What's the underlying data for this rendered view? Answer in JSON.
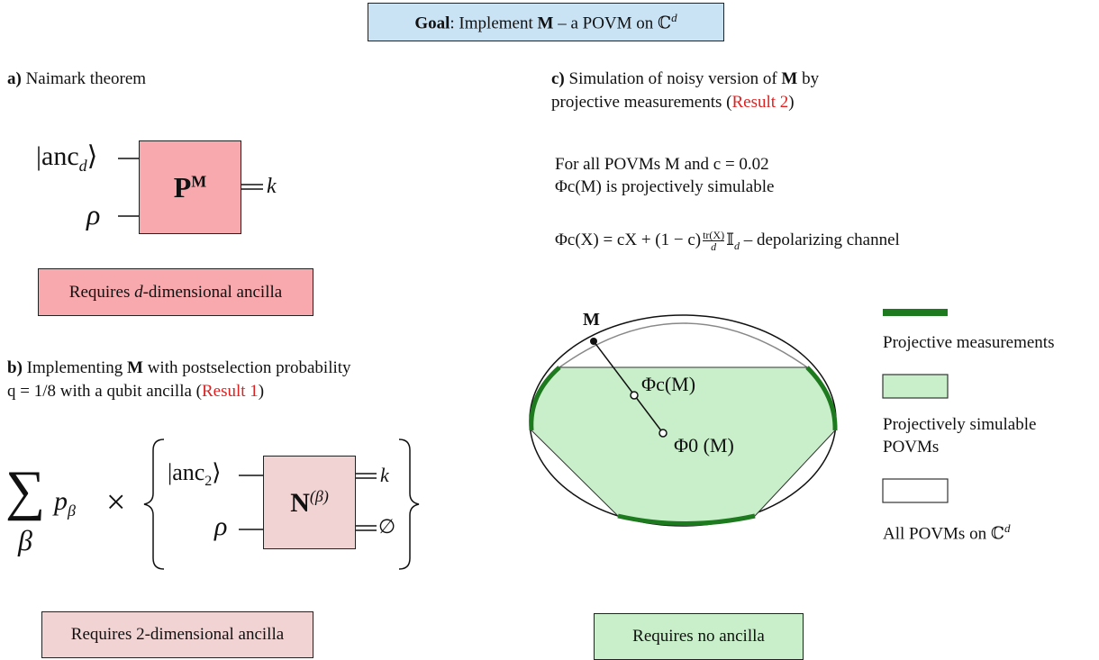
{
  "goal": {
    "prefix": "Goal",
    "rest": ": Implement ",
    "bold": "M",
    "tail": " – a POVM on ℂ",
    "sup": "d",
    "color": "#c9e3f5"
  },
  "a": {
    "label": "a)",
    "title": " Naimark theorem",
    "anc_in": "|anc",
    "anc_sub": "d",
    "anc_close": "⟩",
    "rho": "ρ",
    "box_main": "P",
    "box_sup": "M",
    "out": "k",
    "box_color": "#f8a9ad",
    "req_prefix": "Requires ",
    "req_var": "d",
    "req_suffix": "-dimensional ancilla"
  },
  "b": {
    "label": "b)",
    "line1_pre": " Implementing ",
    "line1_bold": "M",
    "line1_post": " with postselection probability",
    "line2_pre": "q = 1/8 with a qubit ancilla (",
    "line2_link": "Result 1",
    "line2_post": ")",
    "sum": "∑",
    "sum_sub": "β",
    "p": "p",
    "p_sub": "β",
    "times": "×",
    "anc_in": "|anc",
    "anc_sub": "2",
    "anc_close": "⟩",
    "rho": "ρ",
    "box_main": "N",
    "box_sup": "(β)",
    "out_k": "k",
    "out_empty": "∅",
    "box_color": "#f2d3d3",
    "req": "Requires 2-dimensional ancilla"
  },
  "c": {
    "label": "c)",
    "line1_pre": " Simulation of noisy version of ",
    "line1_bold": "M",
    "line1_post": " by",
    "line2_pre": "projective measurements (",
    "line2_link": "Result 2",
    "line2_post": ")",
    "stmt1": "For all POVMs M and c = 0.02",
    "stmt2": "Φc(M) is projectively simulable",
    "channel": "Φc(X) = cX + (1 − c)",
    "channel_frac_num": "tr(X)",
    "channel_frac_den": "d",
    "channel_tail": "𝕀",
    "channel_tail_sub": "d",
    "channel_desc": " – depolarizing channel",
    "pt_m": "M",
    "pt_phic": "Φc(M)",
    "pt_phi0": "Φ0 (M)",
    "req": "Requires no ancilla",
    "req_color": "#c8efca"
  },
  "legend": [
    {
      "label": "Projective measurements",
      "color": "#1e7a1e"
    },
    {
      "label": "Projectively simulable",
      "label2": "POVMs",
      "color": "#c8efca"
    },
    {
      "label": "All POVMs on ℂ",
      "sup": "d",
      "color": "#ffffff"
    }
  ]
}
